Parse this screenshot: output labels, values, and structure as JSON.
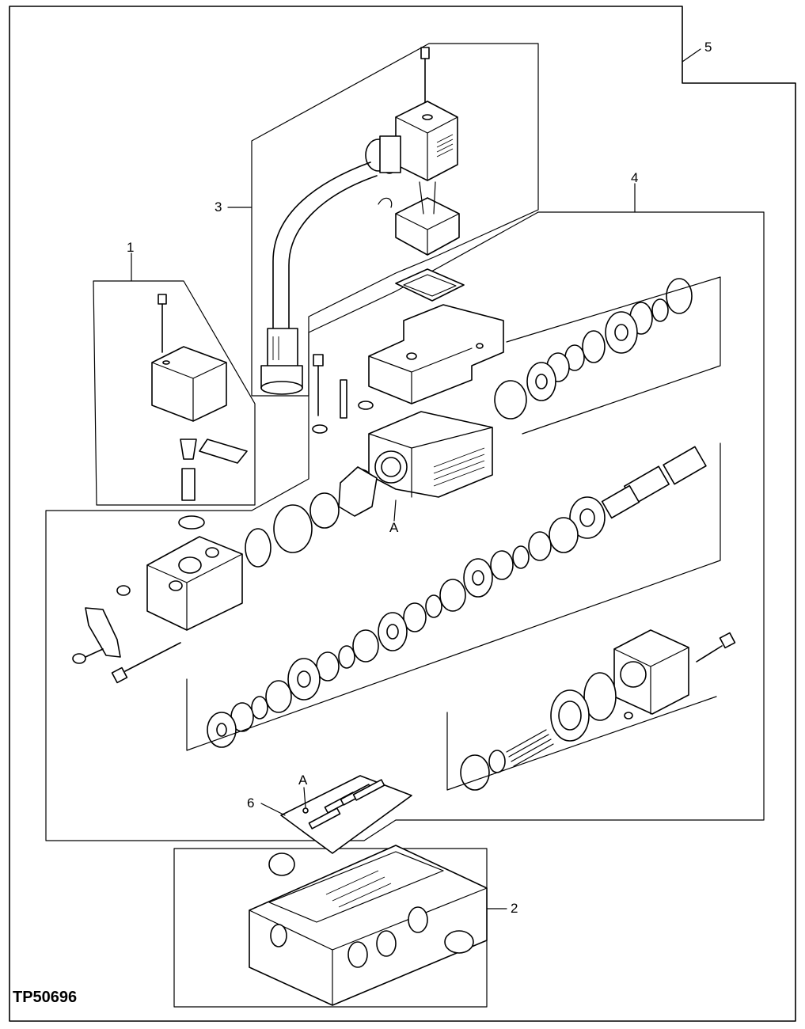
{
  "callouts": {
    "c1": "1",
    "c2": "2",
    "c3": "3",
    "c4": "4",
    "c5": "5",
    "c6": "6",
    "refA_top": "A",
    "refA_gasket": "A"
  },
  "figure_code": "TP50696"
}
